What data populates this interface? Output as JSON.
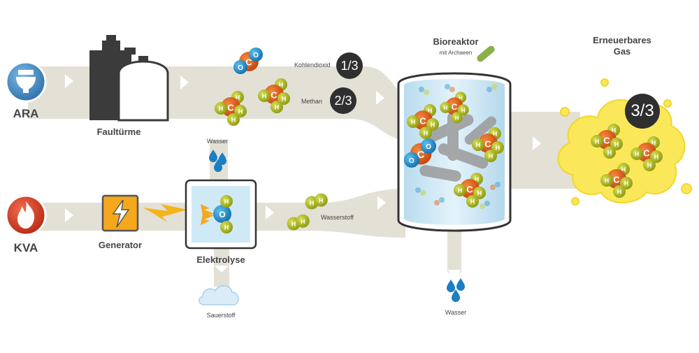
{
  "labels": {
    "ara": "ARA",
    "kva": "KVA",
    "faultuerme": "Faultürme",
    "generator": "Generator",
    "elektrolyse": "Elektrolyse",
    "wasser_top": "Wasser",
    "sauerstoff": "Sauerstoff",
    "kohlendioxid": "Kohlendioxid",
    "methan": "Methan",
    "wasserstoff": "Wasserstoff",
    "bioreaktor": "Bioreaktor",
    "mit_archaeen": "mit Archaeen",
    "wasser_bottom": "Wasser",
    "erneuerbares_line1": "Erneuerbares",
    "erneuerbares_line2": "Gas"
  },
  "fractions": {
    "co2": "1/3",
    "methane": "2/3",
    "gas": "3/3"
  },
  "atoms": {
    "h": "H",
    "c": "C",
    "o": "O"
  },
  "colors": {
    "flow": "#e3e0d6",
    "arrow": "#ffffff",
    "ara_blue": "#3b8ac4",
    "kva_red": "#e0422b",
    "generator_orange": "#f5a81c",
    "hydrogen": "#a9b61a",
    "carbon": "#e05a17",
    "oxygen": "#1e8fc8",
    "water": "#1b7fc4",
    "reactor_fill": "#d6ecf7",
    "gas_yellow": "#fae85a"
  },
  "icons": [
    "toilet-icon",
    "flame-icon",
    "lightning-icon",
    "cloud-icon",
    "water-drop-icon",
    "bacterium-icon"
  ]
}
